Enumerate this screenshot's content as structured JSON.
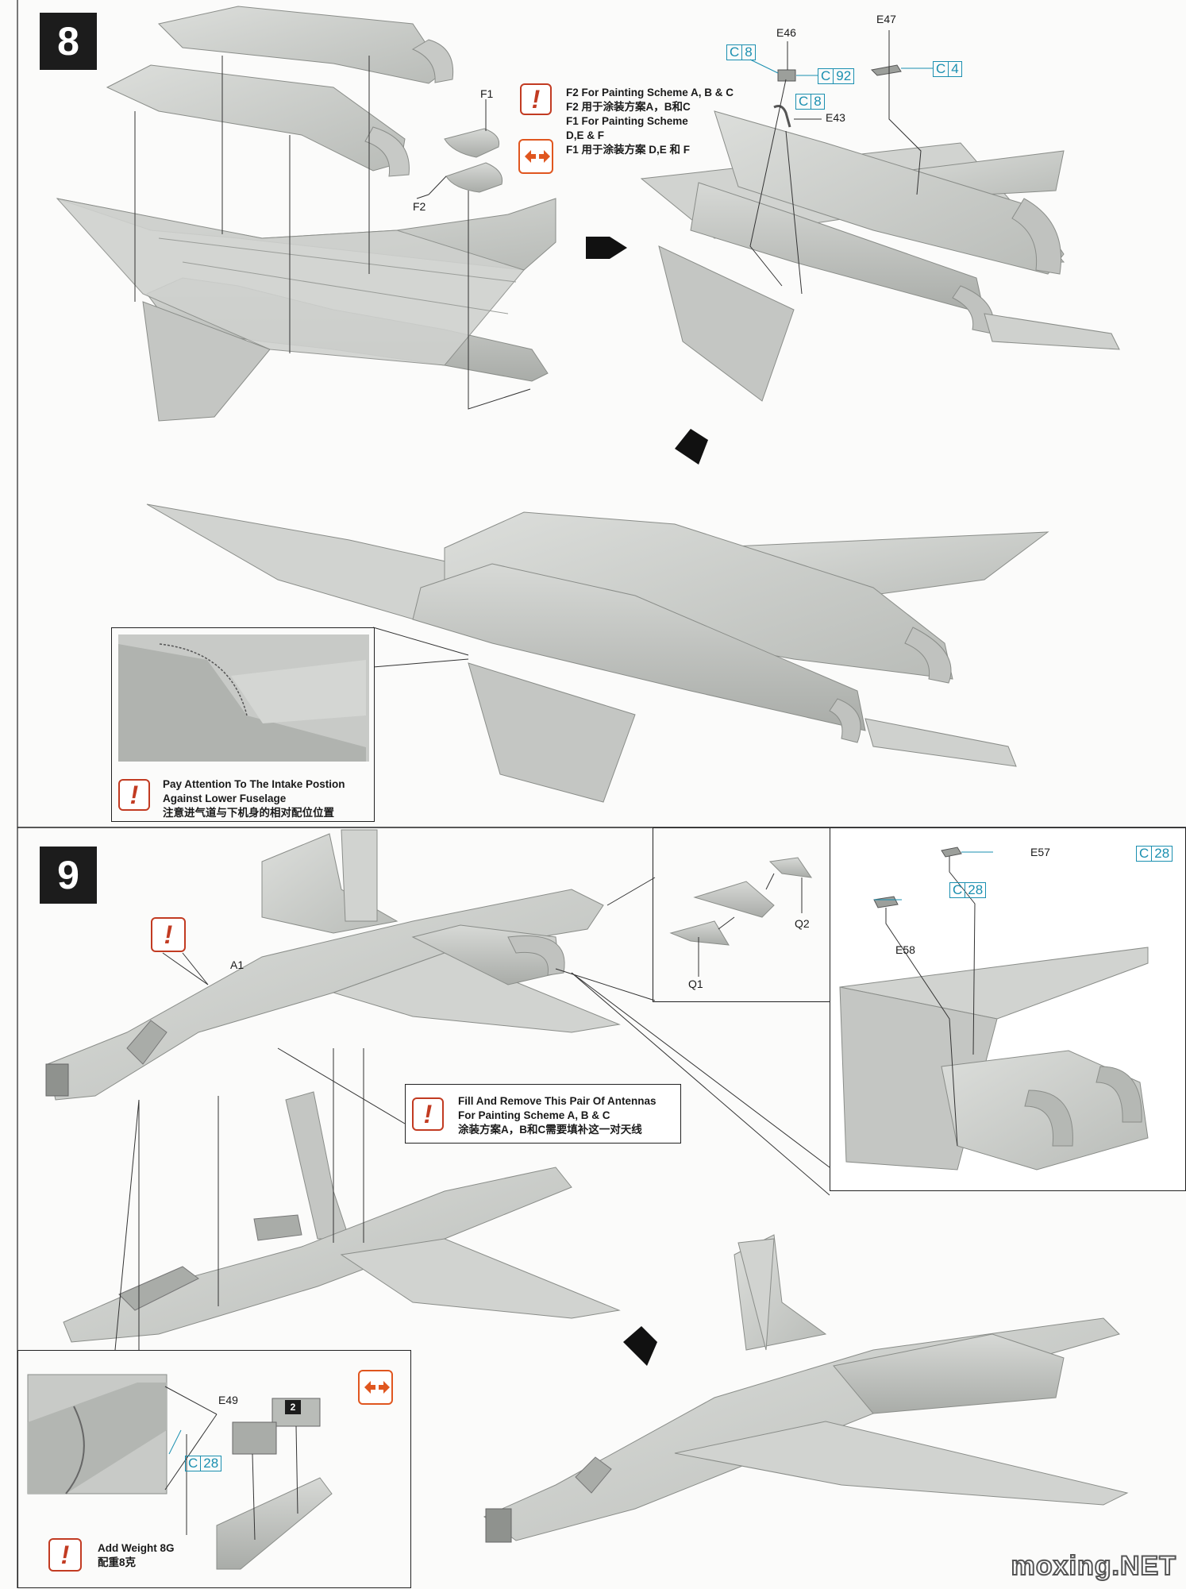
{
  "step8": {
    "number": "8",
    "part_F1": "F1",
    "part_F2": "F2",
    "part_E46": "E46",
    "part_E47": "E47",
    "part_E43": "E43",
    "ref_C8a": {
      "letter": "C",
      "num": "8"
    },
    "ref_C92": {
      "letter": "C",
      "num": "92"
    },
    "ref_C8b": {
      "letter": "C",
      "num": "8"
    },
    "ref_C4": {
      "letter": "C",
      "num": "4"
    },
    "note_scheme": [
      "F2 For Painting Scheme A, B & C",
      "F2 用于涂装方案A，B和C",
      "F1 For Painting Scheme",
      "D,E & F",
      "F1 用于涂装方案 D,E 和 F"
    ],
    "note_intake": [
      "Pay Attention To The Intake Postion",
      "Against Lower Fuselage",
      "注意进气道与下机身的相对配位位置"
    ]
  },
  "step9": {
    "number": "9",
    "part_A1": "A1",
    "part_Q1": "Q1",
    "part_Q2": "Q2",
    "part_E57": "E57",
    "part_E58": "E58",
    "part_E49": "E49",
    "ref_C28a": {
      "letter": "C",
      "num": "28"
    },
    "ref_C28b": {
      "letter": "C",
      "num": "28"
    },
    "ref_C28c": {
      "letter": "C",
      "num": "28"
    },
    "sub_step": "2",
    "note_antennas": [
      "Fill And Remove This Pair Of Antennas",
      "For Painting Scheme A, B & C",
      "涂装方案A，B和C需要填补这一对天线"
    ],
    "note_weight": [
      "Add Weight 8G",
      "配重8克"
    ]
  },
  "icons": {
    "warning": "!",
    "warning_color": "#c23b22",
    "swap_color": "#e0561f"
  },
  "watermark": "moxing.NET"
}
